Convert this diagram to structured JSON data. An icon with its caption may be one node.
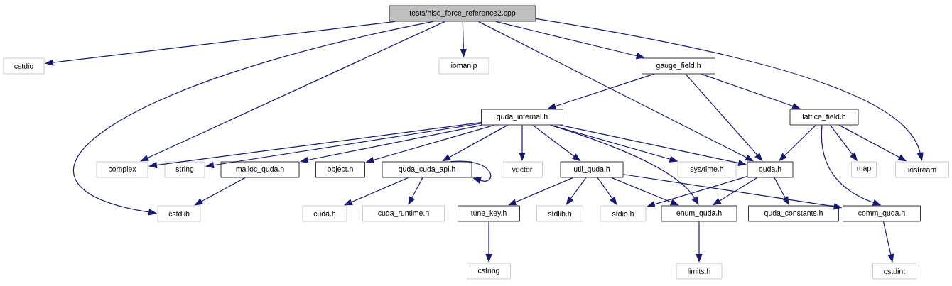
{
  "diagram": {
    "nodes": [
      {
        "text": [
          "tests/hisq_force_reference2.cpp"
        ]
      },
      {
        "text": [
          "cstdio"
        ]
      },
      {
        "text": [
          "complex"
        ]
      },
      {
        "text": [
          "cstdlib"
        ]
      },
      {
        "text": [
          "iomanip"
        ]
      },
      {
        "text": [
          "gauge_field.h"
        ]
      },
      {
        "text": [
          "quda.h"
        ]
      },
      {
        "text": [
          "iostream"
        ]
      },
      {
        "text": [
          "quda_internal.h"
        ]
      },
      {
        "text": [
          "lattice_field.h"
        ]
      },
      {
        "text": [
          "string"
        ]
      },
      {
        "text": [
          "malloc_quda.h"
        ]
      },
      {
        "text": [
          "object.h"
        ]
      },
      {
        "text": [
          "quda_cuda_api.h"
        ]
      },
      {
        "text": [
          "vector"
        ]
      },
      {
        "text": [
          "util_quda.h"
        ]
      },
      {
        "text": [
          "sys/time.h"
        ]
      },
      {
        "text": [
          "map"
        ]
      },
      {
        "text": [
          "cuda.h"
        ]
      },
      {
        "text": [
          "cuda_runtime.h"
        ]
      },
      {
        "text": [
          "tune_key.h"
        ]
      },
      {
        "text": [
          "stdlib.h"
        ]
      },
      {
        "text": [
          "stdio.h"
        ]
      },
      {
        "text": [
          "enum_quda.h"
        ]
      },
      {
        "text": [
          "quda_constants.h"
        ]
      },
      {
        "text": [
          "comm_quda.h"
        ]
      },
      {
        "text": [
          "cstring"
        ]
      },
      {
        "text": [
          "limits.h"
        ]
      },
      {
        "text": [
          "cstdint"
        ]
      }
    ],
    "edges": [
      {
        "from": 0,
        "to": 1,
        "arrow": "to"
      },
      {
        "from": 0,
        "to": 2,
        "arrow": "to"
      },
      {
        "from": 0,
        "to": 3,
        "arrow": "to"
      },
      {
        "from": 0,
        "to": 4,
        "arrow": "to"
      },
      {
        "from": 0,
        "to": 6,
        "arrow": "to"
      },
      {
        "from": 0,
        "to": 5,
        "arrow": "to"
      },
      {
        "from": 0,
        "to": 7,
        "arrow": "to"
      },
      {
        "from": 5,
        "to": 8,
        "arrow": "to"
      },
      {
        "from": 5,
        "to": 6,
        "arrow": "to"
      },
      {
        "from": 5,
        "to": 9,
        "arrow": "to"
      },
      {
        "from": 8,
        "to": 2,
        "arrow": "to"
      },
      {
        "from": 8,
        "to": 10,
        "arrow": "to"
      },
      {
        "from": 8,
        "to": 11,
        "arrow": "to"
      },
      {
        "from": 8,
        "to": 12,
        "arrow": "to"
      },
      {
        "from": 8,
        "to": 13,
        "arrow": "to"
      },
      {
        "from": 8,
        "to": 14,
        "arrow": "to"
      },
      {
        "from": 8,
        "to": 15,
        "arrow": "to"
      },
      {
        "from": 8,
        "to": 23,
        "arrow": "to"
      },
      {
        "from": 8,
        "to": 16,
        "arrow": "to"
      },
      {
        "from": 8,
        "to": 6,
        "arrow": "to"
      },
      {
        "from": 9,
        "to": 6,
        "arrow": "to"
      },
      {
        "from": 9,
        "to": 17,
        "arrow": "to"
      },
      {
        "from": 9,
        "to": 7,
        "arrow": "to"
      },
      {
        "from": 9,
        "to": 25,
        "arrow": "to"
      },
      {
        "from": 11,
        "to": 3,
        "arrow": "to"
      },
      {
        "from": 13,
        "to": 13,
        "arrow": "to"
      },
      {
        "from": 13,
        "to": 18,
        "arrow": "to"
      },
      {
        "from": 13,
        "to": 19,
        "arrow": "to"
      },
      {
        "from": 15,
        "to": 20,
        "arrow": "to"
      },
      {
        "from": 15,
        "to": 21,
        "arrow": "to"
      },
      {
        "from": 15,
        "to": 22,
        "arrow": "to"
      },
      {
        "from": 15,
        "to": 23,
        "arrow": "to"
      },
      {
        "from": 15,
        "to": 25,
        "arrow": "to"
      },
      {
        "from": 6,
        "to": 22,
        "arrow": "to"
      },
      {
        "from": 6,
        "to": 23,
        "arrow": "to"
      },
      {
        "from": 6,
        "to": 24,
        "arrow": "to"
      },
      {
        "from": 20,
        "to": 26,
        "arrow": "to"
      },
      {
        "from": 23,
        "to": 27,
        "arrow": "to"
      },
      {
        "from": 25,
        "to": 28,
        "arrow": "to"
      }
    ]
  }
}
